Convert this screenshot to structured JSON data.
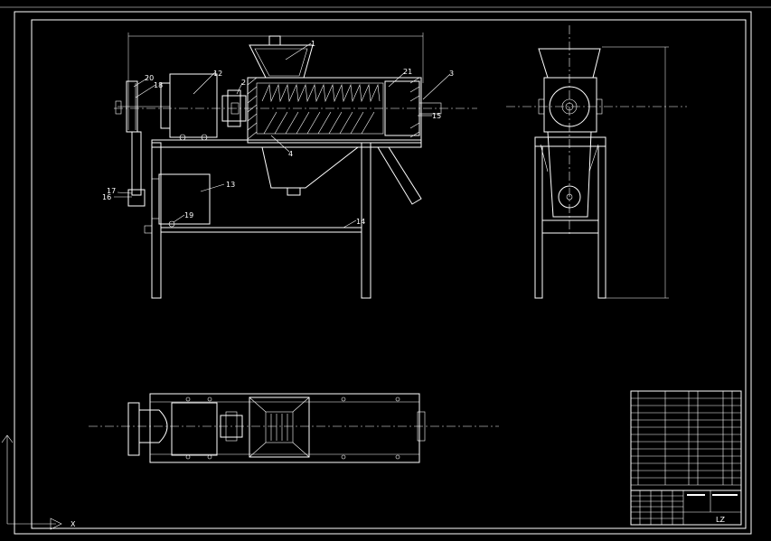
{
  "drawing": {
    "part_labels": [
      "1",
      "2",
      "3",
      "4",
      "12",
      "13",
      "14",
      "15",
      "16",
      "17",
      "18",
      "19",
      "20",
      "21"
    ],
    "title_block": {
      "drawn_code": "LZ"
    }
  },
  "colors": {
    "background": "#000000",
    "line": "#ffffff"
  },
  "ucs": {
    "x_label": "X"
  }
}
